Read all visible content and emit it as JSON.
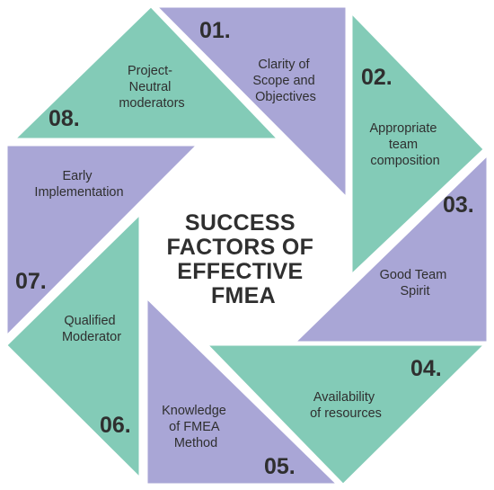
{
  "diagram": {
    "center_title": [
      "SUCCESS",
      "FACTORS OF",
      "EFFECTIVE",
      "FMEA"
    ],
    "colors": {
      "lavender": "#a9a6d6",
      "teal": "#83cbb7",
      "text": "#2f2f2f"
    },
    "factors": [
      {
        "number": "01.",
        "label": [
          "Clarity of",
          "Scope and",
          "Objectives"
        ],
        "color": "lavender"
      },
      {
        "number": "02.",
        "label": [
          "Appropriate",
          "team",
          "composition"
        ],
        "color": "teal"
      },
      {
        "number": "03.",
        "label": [
          "Good Team",
          "Spirit"
        ],
        "color": "lavender"
      },
      {
        "number": "04.",
        "label": [
          "Availability",
          "of resources"
        ],
        "color": "teal"
      },
      {
        "number": "05.",
        "label": [
          "Knowledge",
          "of FMEA",
          "Method"
        ],
        "color": "lavender"
      },
      {
        "number": "06.",
        "label": [
          "Qualified",
          "Moderator"
        ],
        "color": "teal"
      },
      {
        "number": "07.",
        "label": [
          "Early",
          "Implementation"
        ],
        "color": "lavender"
      },
      {
        "number": "08.",
        "label": [
          "Project-",
          "Neutral",
          "moderators"
        ],
        "color": "teal"
      }
    ]
  }
}
